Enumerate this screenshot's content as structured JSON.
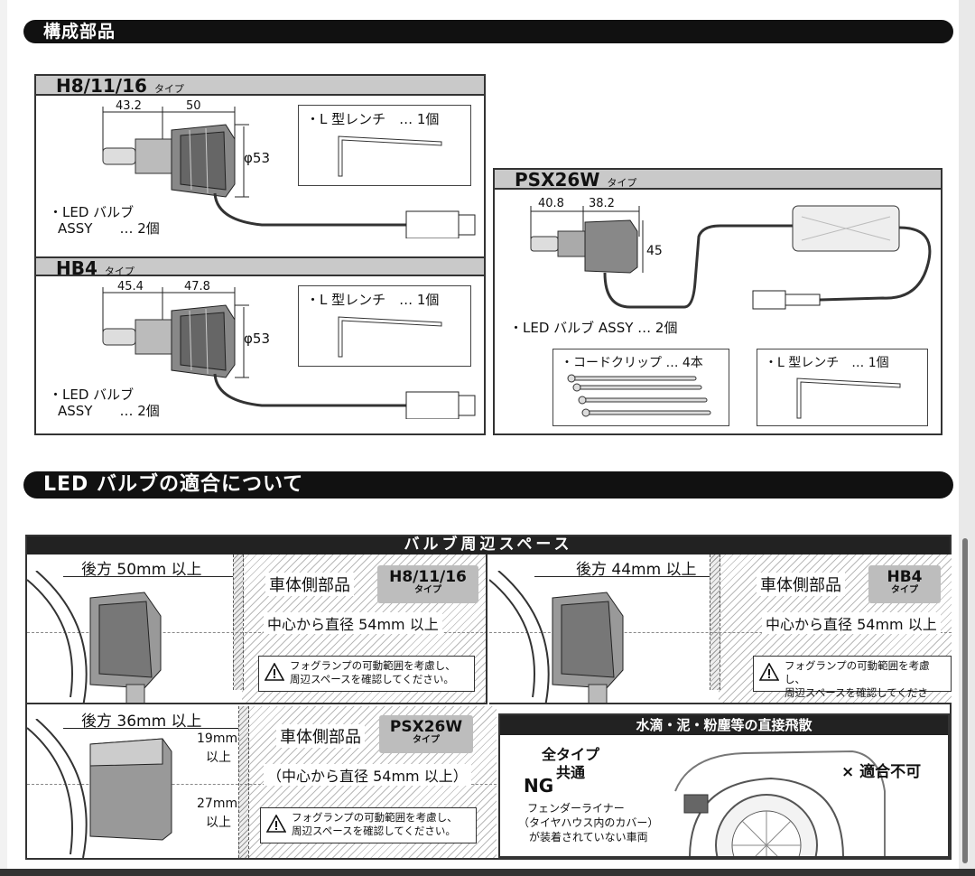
{
  "sections": {
    "components_title": "構成部品",
    "fitment_title": "LED バルブの適合について"
  },
  "h8": {
    "type_name": "H8/11/16",
    "type_suffix": "タイプ",
    "dim_a": "43.2",
    "dim_b": "50",
    "dim_dia": "φ53",
    "wrench_label": "・L 型レンチ　… 1個",
    "bulb_label_1": "・LED バルブ",
    "bulb_label_2": "ASSY　　… 2個"
  },
  "hb4": {
    "type_name": "HB4",
    "type_suffix": "タイプ",
    "dim_a": "45.4",
    "dim_b": "47.8",
    "dim_dia": "φ53",
    "wrench_label": "・L 型レンチ　… 1個",
    "bulb_label_1": "・LED バルブ",
    "bulb_label_2": "ASSY　　… 2個"
  },
  "psx": {
    "type_name": "PSX26W",
    "type_suffix": "タイプ",
    "dim_a": "40.8",
    "dim_b": "38.2",
    "dim_h": "45",
    "bulb_label": "・LED バルブ ASSY … 2個",
    "clip_label": "・コードクリップ … 4本",
    "wrench_label": "・L 型レンチ　… 1個"
  },
  "space": {
    "title": "バルブ周辺スペース",
    "h8": {
      "rear": "後方 50mm 以上",
      "side": "車体側部品",
      "badge_name": "H8/11/16",
      "badge_suffix": "タイプ",
      "center": "中心から直径 54mm 以上",
      "warn_1": "フォグランプの可動範囲を考慮し、",
      "warn_2": "周辺スペースを確認してください。"
    },
    "hb4": {
      "rear": "後方 44mm 以上",
      "side": "車体側部品",
      "badge_name": "HB4",
      "badge_suffix": "タイプ",
      "center": "中心から直径 54mm 以上",
      "warn_1": "フォグランプの可動範囲を考慮し、",
      "warn_2": "周辺スペースを確認してください。"
    },
    "psx": {
      "rear": "後方 36mm 以上",
      "side": "車体側部品",
      "badge_name": "PSX26W",
      "badge_suffix": "タイプ",
      "center": "（中心から直径 54mm 以上）",
      "upper_1": "19mm",
      "upper_2": "以上",
      "lower_1": "27mm",
      "lower_2": "以上",
      "warn_1": "フォグランプの可動範囲を考慮し、",
      "warn_2": "周辺スペースを確認してください。"
    },
    "splash": {
      "title": "水滴・泥・粉塵等の直接飛散",
      "all_types_1": "全タイプ",
      "all_types_2": "共通",
      "ng": "NG",
      "fender_1": "フェンダーライナー",
      "fender_2": "（タイヤハウス内のカバー）",
      "fender_3": "が装着されていない車両",
      "not_fit": "× 適合不可"
    }
  }
}
